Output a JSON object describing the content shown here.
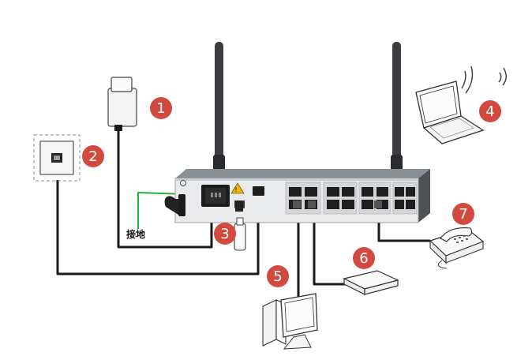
{
  "labels": {
    "ground": "接地"
  },
  "badges": [
    {
      "number": "1"
    },
    {
      "number": "2"
    },
    {
      "number": "3"
    },
    {
      "number": "4"
    },
    {
      "number": "5"
    },
    {
      "number": "6"
    },
    {
      "number": "7"
    }
  ],
  "colors": {
    "badge": "#d24a3f",
    "cable": "#1a1a1a",
    "ground_wire": "#28b03c",
    "device_body": "#6f747a",
    "device_front": "#e9eaec",
    "warning": "#f2b300"
  },
  "icons": {
    "adapter": "power-adapter-icon",
    "socket": "wall-socket-icon",
    "usb": "usb-drive-icon",
    "laptop": "laptop-icon",
    "wifi": "wifi-signal-icon",
    "pc": "desktop-pc-icon",
    "set_top_box": "set-top-box-icon",
    "phone": "telephone-icon"
  }
}
